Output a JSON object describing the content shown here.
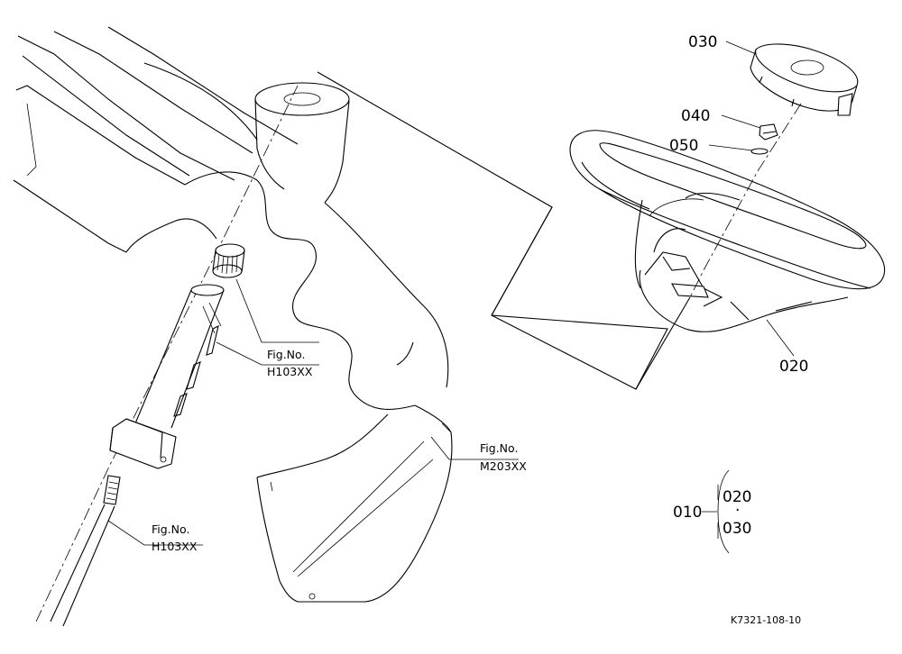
{
  "parts": {
    "p030": "030",
    "p040": "040",
    "p050": "050",
    "p020": "020",
    "p010": "010"
  },
  "figure_refs": {
    "upper_shaft": {
      "prefix": "Fig.No.",
      "number": "H103XX"
    },
    "lower_shaft": {
      "prefix": "Fig.No.",
      "number": "H103XX"
    },
    "cover": {
      "prefix": "Fig.No.",
      "number": "M203XX"
    }
  },
  "assembly": {
    "parent": "010",
    "children": [
      "020",
      "030"
    ],
    "separator": "·"
  },
  "drawing_code": "K7321-108-10"
}
